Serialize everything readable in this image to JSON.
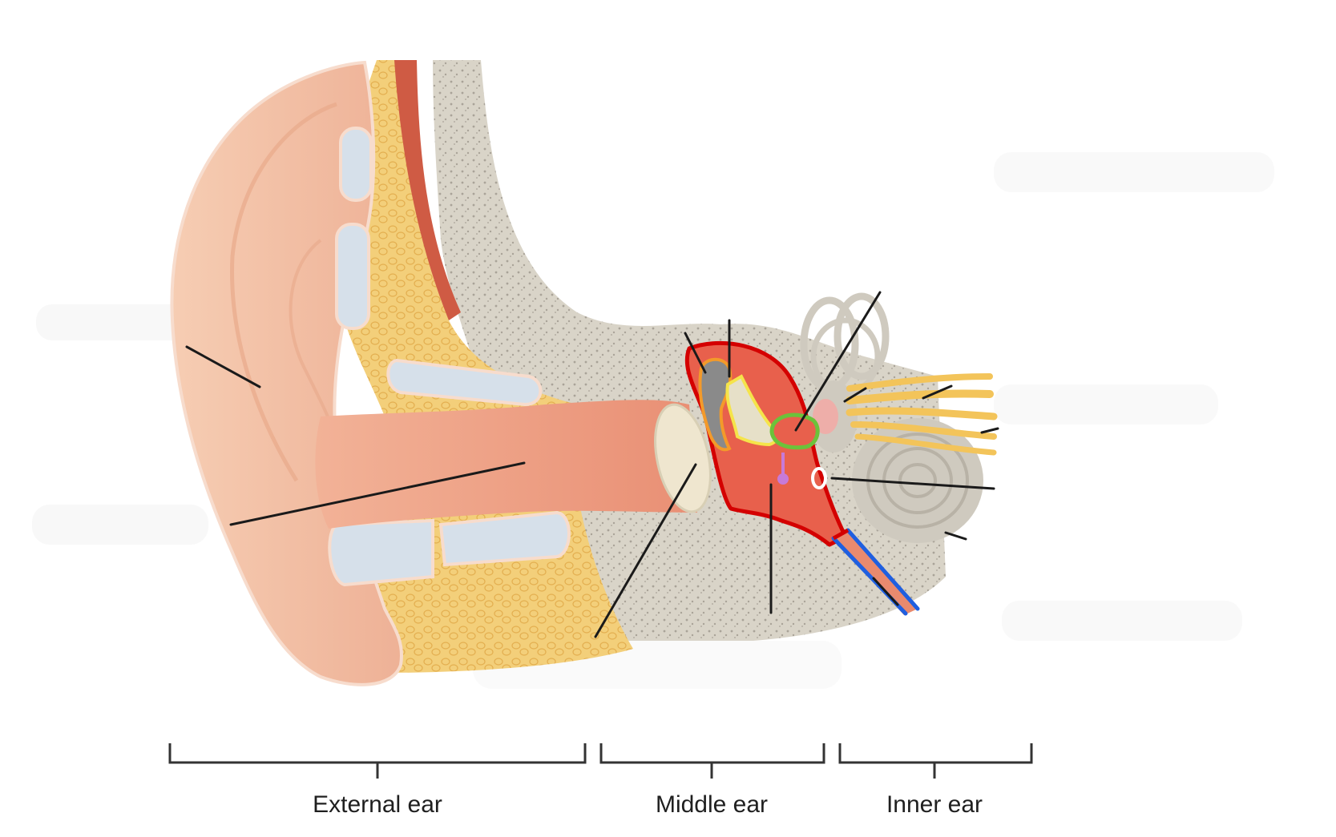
{
  "regions": {
    "external": "External ear",
    "middle": "Middle ear",
    "inner": "Inner ear"
  },
  "colors": {
    "skin": "#f4c4a8",
    "skin_dark": "#e8a98a",
    "canal": "#ef9e84",
    "fat": "#f3cf7a",
    "fat_dots": "#e9b857",
    "cartilage": "#d6e0ea",
    "bone": "#d9d4c8",
    "bone_dots": "#a9a398",
    "muscle": "#cf5b44",
    "cavity": "#e8604c",
    "cavity_outline": "#d40000",
    "nerve": "#f3c45a",
    "tube_outline": "#1f5fe0",
    "eardrum": "#efe6cf",
    "line": "#1a1a1a"
  },
  "annotations": [
    {
      "name": "malleus",
      "color": "#f39a2a"
    },
    {
      "name": "incus",
      "color": "#f5e44a"
    },
    {
      "name": "stapes",
      "color": "#6cc23a"
    },
    {
      "name": "muscle-marker",
      "color": "#c77ad8"
    },
    {
      "name": "round-window",
      "color": "#ffffff"
    },
    {
      "name": "auditory-tube",
      "color": "#1f5fe0"
    }
  ]
}
